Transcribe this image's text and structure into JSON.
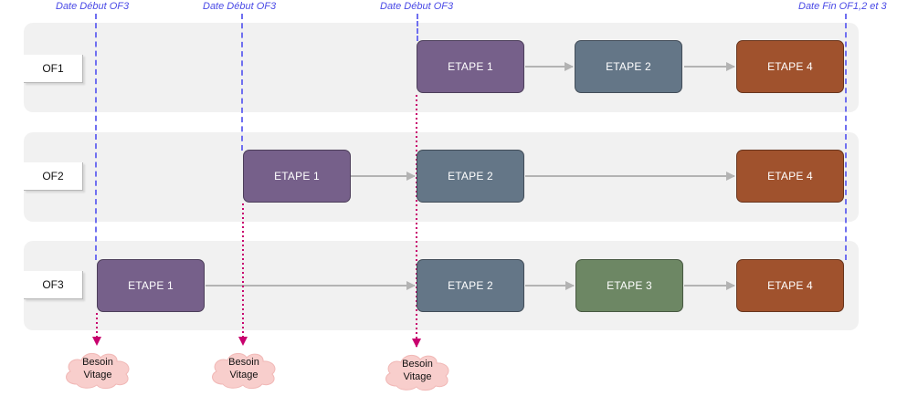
{
  "lanes": {
    "of1": "OF1",
    "of2": "OF2",
    "of3": "OF3"
  },
  "date_labels": {
    "debut_1": "Date Début OF3",
    "debut_2": "Date Début OF3",
    "debut_3": "Date Début OF3",
    "fin": "Date Fin OF1,2 et 3"
  },
  "steps": {
    "of1_etape1": "ETAPE 1",
    "of1_etape2": "ETAPE 2",
    "of1_etape4": "ETAPE 4",
    "of2_etape1": "ETAPE 1",
    "of2_etape2": "ETAPE 2",
    "of2_etape4": "ETAPE 4",
    "of3_etape1": "ETAPE 1",
    "of3_etape2": "ETAPE 2",
    "of3_etape3": "ETAPE 3",
    "of3_etape4": "ETAPE 4"
  },
  "clouds": {
    "line1": "Besoin",
    "line2": "Vitage"
  },
  "colors": {
    "etape1": "#76608a",
    "etape2": "#647687",
    "etape3": "#6d8764",
    "etape4": "#a0522d",
    "date_line": "#6f6ff0",
    "need_line": "#c8006e",
    "cloud": "#f8cecc",
    "flow_arrow": "#b3b3b3"
  }
}
